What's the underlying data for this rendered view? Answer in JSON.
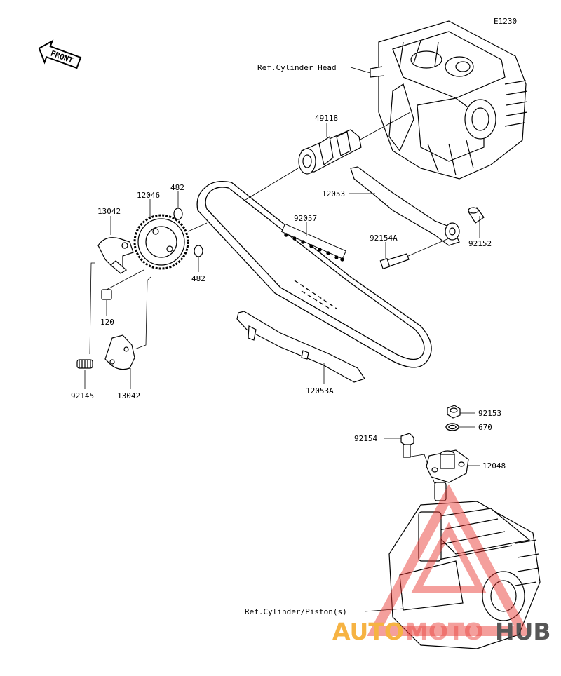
{
  "diagram_code": "E1230",
  "front_label": "FRONT",
  "labels": {
    "ref_cylinder_head": "Ref.Cylinder Head",
    "p49118": "49118",
    "p12053": "12053",
    "p92057": "92057",
    "p92154A": "92154A",
    "p92152": "92152",
    "p12046": "12046",
    "p482_top": "482",
    "p482_bottom": "482",
    "p13042_top": "13042",
    "p120": "120",
    "p92145": "92145",
    "p13042_bottom": "13042",
    "p12053A": "12053A",
    "p92153": "92153",
    "p670": "670",
    "p92154": "92154",
    "p12048": "12048",
    "ref_cylinder_piston": "Ref.Cylinder/Piston(s)"
  },
  "watermark": {
    "text_auto": "AUTO",
    "text_moto": "MOTO",
    "text_hub": "HUB",
    "color_orange": "#f5a623",
    "color_red": "#e8322b",
    "color_dark": "#3a3a3a"
  }
}
